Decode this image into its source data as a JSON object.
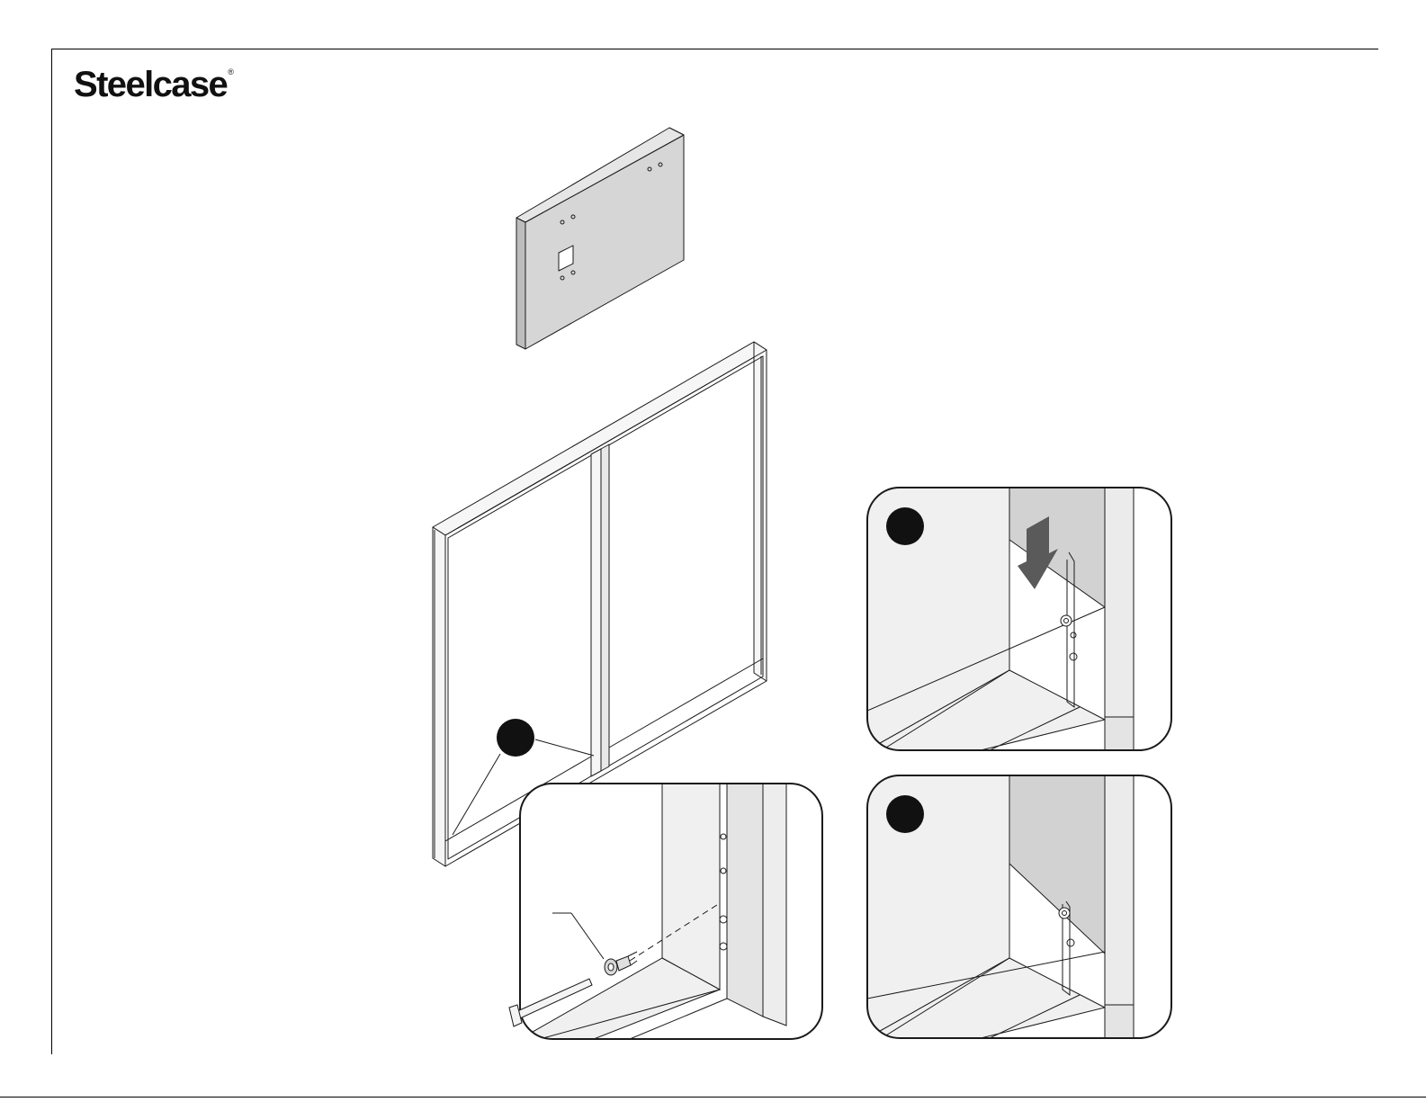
{
  "brand": {
    "name": "Steelcase",
    "mark": "®"
  },
  "illustration": {
    "parts": [
      "panel-bracket",
      "frame",
      "callout-bolt-install",
      "callout-hook-insert",
      "callout-hook-seated"
    ],
    "icons": [
      "arrow-down-icon",
      "hex-key-icon",
      "shoulder-bolt-icon"
    ]
  },
  "colors": {
    "line": "#1a1a1a",
    "panel_fill": "#d6d6d6",
    "frame_fill": "#f4f4f4",
    "step_badge": "#111111",
    "arrow": "#555555"
  }
}
